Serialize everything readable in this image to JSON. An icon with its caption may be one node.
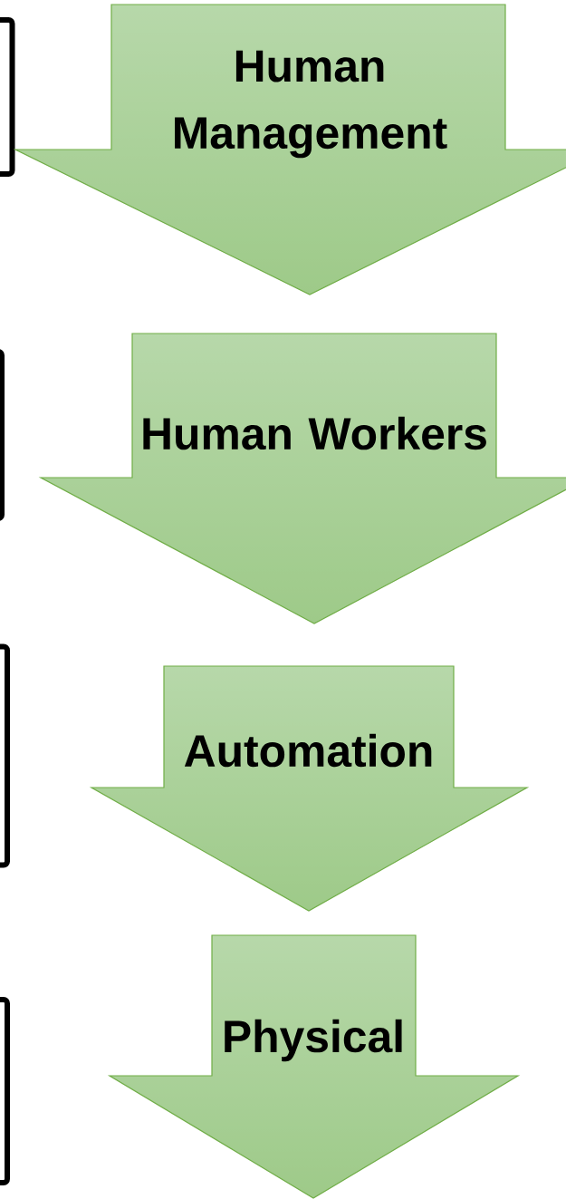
{
  "diagram": {
    "nodes": [
      {
        "text": [],
        "shape": "box"
      },
      {
        "text": [
          "Human Management"
        ]
      },
      {
        "text": [],
        "shape": "box"
      },
      {
        "text": [
          "Human Workers"
        ]
      },
      {
        "text": [],
        "shape": "box"
      },
      {
        "text": [
          "Automation"
        ]
      },
      {
        "text": [],
        "shape": "box"
      },
      {
        "text": [
          "Physical"
        ]
      }
    ]
  }
}
